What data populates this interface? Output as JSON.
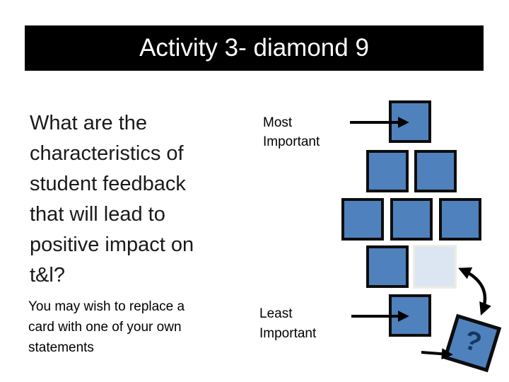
{
  "title": "Activity 3- diamond 9",
  "question": {
    "lines": [
      "What are the",
      "characteristics of",
      "student feedback",
      "that will lead to",
      "positive impact on",
      "t&l?"
    ]
  },
  "note": {
    "lines": [
      "You may wish to replace a",
      "card with one of your own",
      "statements"
    ]
  },
  "diagram": {
    "most_label": "Most\nImportant",
    "least_label": "Least\nImportant",
    "question_card_glyph": "?",
    "diamond_rows": [
      1,
      2,
      3,
      2,
      1
    ],
    "ghost_slot": "empty placeholder card in fourth row",
    "colors": {
      "card_fill": "#4f81bd",
      "card_border": "#0d0d0d",
      "ghost_fill": "#dce6f2",
      "ghost_border": "#edece4",
      "arrow": "#000000",
      "question_glyph": "#17375e",
      "banner_bg": "#000000",
      "banner_text": "#ffffff"
    }
  }
}
